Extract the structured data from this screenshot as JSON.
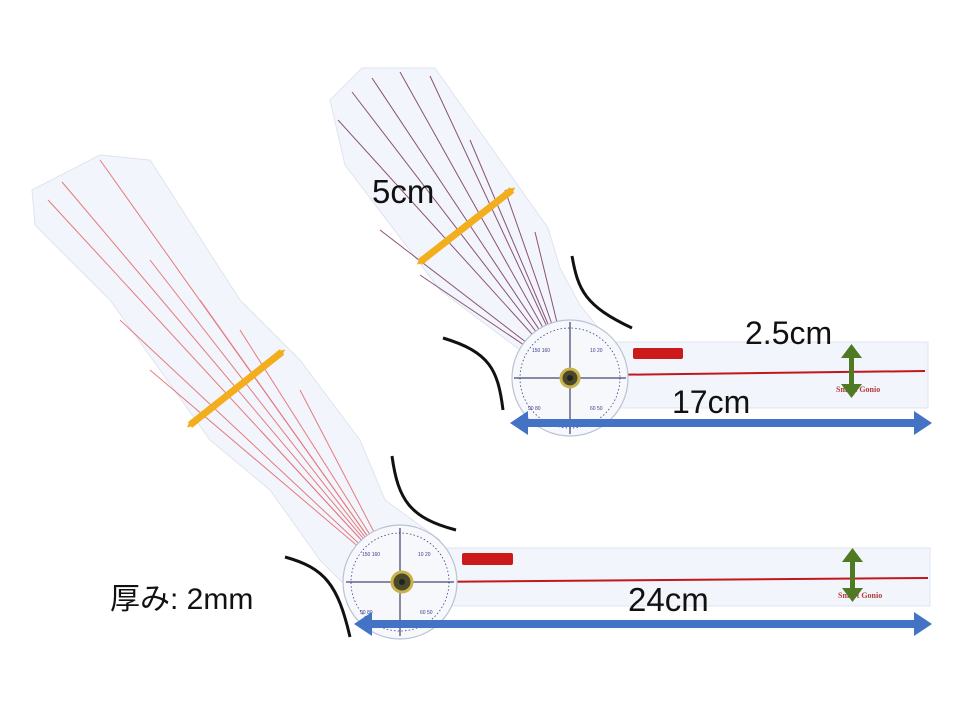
{
  "labels": {
    "small_width": "5cm",
    "small_height": "2.5cm",
    "small_length": "17cm",
    "large_length": "24cm",
    "thickness": "厚み: 2mm"
  },
  "brand": {
    "small": "Smart Gonio",
    "large": "Smart Gonio"
  },
  "colors": {
    "width_arrow": "#f2ae1d",
    "height_arrow": "#4f7a23",
    "length_arrow": "#4472c4",
    "ruler_line": "#c0181b",
    "fan_line": "#6b1a4a",
    "dial_line": "#1a1a4a",
    "outline": "#111111"
  }
}
